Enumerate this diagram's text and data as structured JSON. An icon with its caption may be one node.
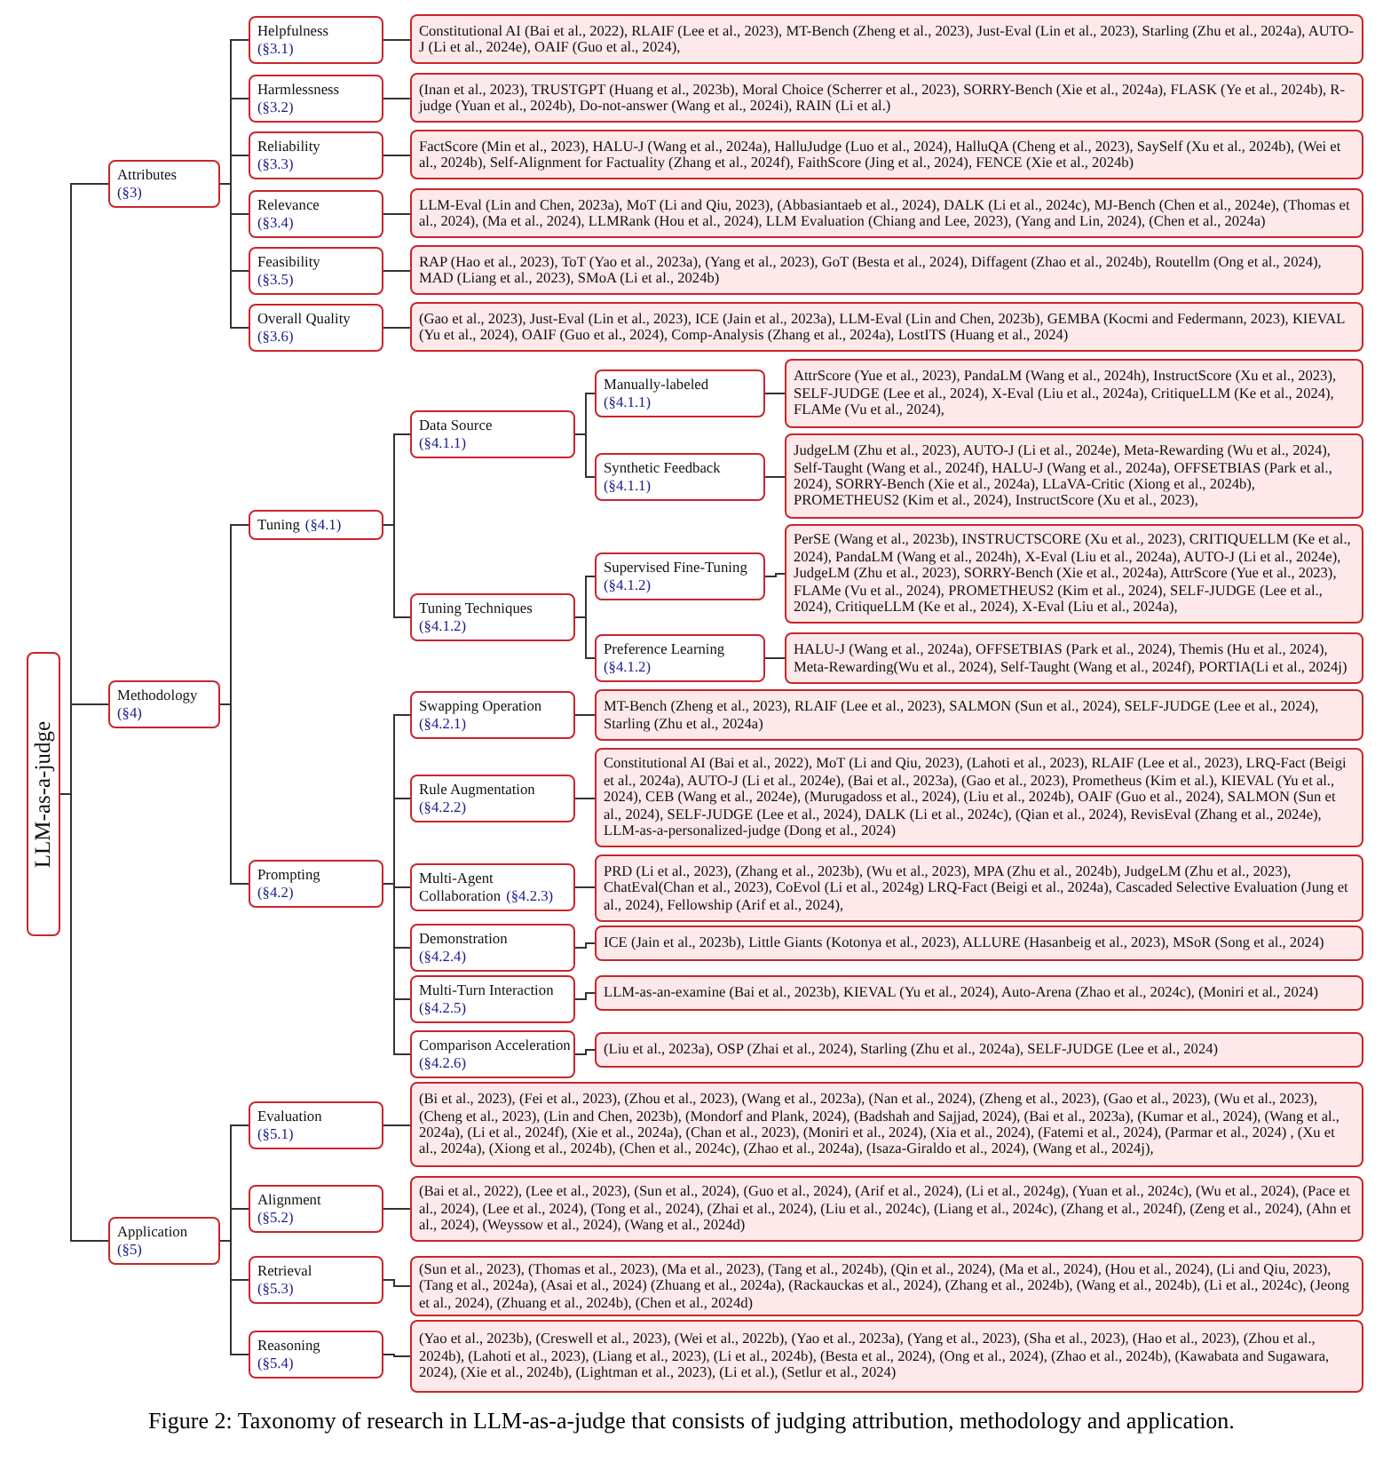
{
  "diagram": {
    "caption": "Figure 2: Taxonomy of research in LLM-as-a-judge that consists of judging attribution, methodology and application.",
    "nodes": [
      {
        "text": [
          "LLM-as-a-judge"
        ]
      },
      {
        "text": [
          "Attributes",
          "(§3)"
        ]
      },
      {
        "text": [
          "Helpfulness",
          "(§3.1)"
        ]
      },
      {
        "text": [
          "Constitutional AI (Bai et al., 2022), RLAIF (Lee et al., 2023), MT-Bench (Zheng et al., 2023), Just-Eval (Lin et al., 2023), Starling (Zhu et al., 2024a), AUTO-J (Li et al., 2024e), OAIF (Guo et al., 2024),"
        ]
      },
      {
        "text": [
          "Harmlessness",
          "(§3.2)"
        ]
      },
      {
        "text": [
          "(Inan et al., 2023), TRUSTGPT (Huang et al., 2023b), Moral Choice (Scherrer et al., 2023), SORRY-Bench (Xie et al., 2024a), FLASK (Ye et al., 2024b), R-judge (Yuan et al., 2024b), Do-not-answer (Wang et al., 2024i), RAIN (Li et al.)"
        ]
      },
      {
        "text": [
          "Reliability",
          "(§3.3)"
        ]
      },
      {
        "text": [
          "FactScore (Min et al., 2023), HALU-J (Wang et al., 2024a), HalluJudge (Luo et al., 2024), HalluQA (Cheng et al., 2023), SaySelf (Xu et al., 2024b), (Wei et al., 2024b), Self-Alignment for Factuality (Zhang et al., 2024f), FaithScore (Jing et al., 2024), FENCE (Xie et al., 2024b)"
        ]
      },
      {
        "text": [
          "Relevance",
          "(§3.4)"
        ]
      },
      {
        "text": [
          "LLM-Eval (Lin and Chen, 2023a), MoT (Li and Qiu, 2023), (Abbasiantaeb et al., 2024), DALK (Li et al., 2024c), MJ-Bench (Chen et al., 2024e), (Thomas et al., 2024), (Ma et al., 2024), LLMRank (Hou et al., 2024), LLM Evaluation (Chiang and Lee, 2023), (Yang and Lin, 2024), (Chen et al., 2024a)"
        ]
      },
      {
        "text": [
          "Feasibility",
          "(§3.5)"
        ]
      },
      {
        "text": [
          "RAP (Hao et al., 2023), ToT (Yao et al., 2023a), (Yang et al., 2023), GoT (Besta et al., 2024), Diffagent (Zhao et al., 2024b), Routellm (Ong et al., 2024), MAD (Liang et al., 2023), SMoA (Li et al., 2024b)"
        ]
      },
      {
        "text": [
          "Overall Quality",
          "(§3.6)"
        ]
      },
      {
        "text": [
          "(Gao et al., 2023), Just-Eval (Lin et al., 2023), ICE (Jain et al., 2023a), LLM-Eval (Lin and Chen, 2023b), GEMBA (Kocmi and Federmann, 2023), KIEVAL (Yu et al., 2024), OAIF (Guo et al., 2024), Comp-Analysis (Zhang et al., 2024a), LostITS (Huang et al., 2024)"
        ]
      },
      {
        "text": [
          "Methodology",
          "(§4)"
        ]
      },
      {
        "text": [
          "Tuning",
          "(§4.1)"
        ]
      },
      {
        "text": [
          "Data Source",
          "(§4.1.1)"
        ]
      },
      {
        "text": [
          "Manually-labeled",
          "(§4.1.1)"
        ]
      },
      {
        "text": [
          "AttrScore (Yue et al., 2023), PandaLM (Wang et al., 2024h), InstructScore (Xu et al., 2023), SELF-JUDGE (Lee et al., 2024), X-Eval (Liu et al., 2024a), CritiqueLLM (Ke et al., 2024), FLAMe (Vu et al., 2024),"
        ]
      },
      {
        "text": [
          "Synthetic Feedback",
          "(§4.1.1)"
        ]
      },
      {
        "text": [
          "JudgeLM (Zhu et al., 2023), AUTO-J (Li et al., 2024e), Meta-Rewarding (Wu et al., 2024), Self-Taught (Wang et al., 2024f), HALU-J (Wang et al., 2024a), OFFSETBIAS (Park et al., 2024), SORRY-Bench (Xie et al., 2024a), LLaVA-Critic (Xiong et al., 2024b), PROMETHEUS2 (Kim et al., 2024), InstructScore (Xu et al., 2023),"
        ]
      },
      {
        "text": [
          "Tuning Techniques",
          "(§4.1.2)"
        ]
      },
      {
        "text": [
          "Supervised Fine-Tuning",
          "(§4.1.2)"
        ]
      },
      {
        "text": [
          "PerSE (Wang et al., 2023b), INSTRUCTSCORE (Xu et al., 2023), CRITIQUELLM (Ke et al., 2024), PandaLM (Wang et al., 2024h), X-Eval (Liu et al., 2024a), AUTO-J (Li et al., 2024e), JudgeLM (Zhu et al., 2023), SORRY-Bench (Xie et al., 2024a), AttrScore (Yue et al., 2023), FLAMe (Vu et al., 2024), PROMETHEUS2 (Kim et al., 2024), SELF-JUDGE (Lee et al., 2024), CritiqueLLM (Ke et al., 2024), X-Eval (Liu et al., 2024a),"
        ]
      },
      {
        "text": [
          "Preference Learning",
          "(§4.1.2)"
        ]
      },
      {
        "text": [
          "HALU-J (Wang et al., 2024a), OFFSETBIAS (Park et al., 2024), Themis (Hu et al., 2024), Meta-Rewarding(Wu et al., 2024), Self-Taught (Wang et al., 2024f), PORTIA(Li et al., 2024j)"
        ]
      },
      {
        "text": [
          "Prompting",
          "(§4.2)"
        ]
      },
      {
        "text": [
          "Swapping Operation",
          "(§4.2.1)"
        ]
      },
      {
        "text": [
          "MT-Bench (Zheng et al., 2023), RLAIF (Lee et al., 2023), SALMON (Sun et al., 2024), SELF-JUDGE (Lee et al., 2024), Starling (Zhu et al., 2024a)"
        ]
      },
      {
        "text": [
          "Rule Augmentation",
          "(§4.2.2)"
        ]
      },
      {
        "text": [
          "Constitutional AI (Bai et al., 2022), MoT (Li and Qiu, 2023), (Lahoti et al., 2023), RLAIF (Lee et al., 2023), LRQ-Fact (Beigi et al., 2024a), AUTO-J (Li et al., 2024e), (Bai et al., 2023a), (Gao et al., 2023), Prometheus (Kim et al.), KIEVAL (Yu et al., 2024), CEB (Wang et al., 2024e), (Murugadoss et al., 2024), (Liu et al., 2024b), OAIF (Guo et al., 2024), SALMON (Sun et al., 2024), SELF-JUDGE (Lee et al., 2024), DALK (Li et al., 2024c), (Qian et al., 2024), RevisEval (Zhang et al., 2024e), LLM-as-a-personalized-judge (Dong et al., 2024)"
        ]
      },
      {
        "text": [
          "Multi-Agent Collaboration",
          "(§4.2.3)"
        ]
      },
      {
        "text": [
          "PRD (Li et al., 2023), (Zhang et al., 2023b), (Wu et al., 2023), MPA (Zhu et al., 2024b), JudgeLM (Zhu et al., 2023), ChatEval(Chan et al., 2023), CoEvol (Li et al., 2024g) LRQ-Fact (Beigi et al., 2024a), Cascaded Selective Evaluation (Jung et al., 2024), Fellowship (Arif et al., 2024),"
        ]
      },
      {
        "text": [
          "Demonstration",
          "(§4.2.4)"
        ]
      },
      {
        "text": [
          "ICE (Jain et al., 2023b), Little Giants (Kotonya et al., 2023), ALLURE (Hasanbeig et al., 2023), MSoR (Song et al., 2024)"
        ]
      },
      {
        "text": [
          "Multi-Turn Interaction",
          "(§4.2.5)"
        ]
      },
      {
        "text": [
          "LLM-as-an-examine (Bai et al., 2023b), KIEVAL (Yu et al., 2024), Auto-Arena (Zhao et al., 2024c), (Moniri et al., 2024)"
        ]
      },
      {
        "text": [
          "Comparison Acceleration",
          "(§4.2.6)"
        ]
      },
      {
        "text": [
          "(Liu et al., 2023a), OSP (Zhai et al., 2024), Starling (Zhu et al., 2024a), SELF-JUDGE (Lee et al., 2024)"
        ]
      },
      {
        "text": [
          "Application",
          "(§5)"
        ]
      },
      {
        "text": [
          "Evaluation",
          "(§5.1)"
        ]
      },
      {
        "text": [
          "(Bi et al., 2023), (Fei et al., 2023), (Zhou et al., 2023), (Wang et al., 2023a), (Nan et al., 2024), (Zheng et al., 2023), (Gao et al., 2023), (Wu et al., 2023), (Cheng et al., 2023), (Lin and Chen, 2023b), (Mondorf and Plank, 2024), (Badshah and Sajjad, 2024), (Bai et al., 2023a), (Kumar et al., 2024), (Wang et al., 2024a), (Li et al., 2024f), (Xie et al., 2024a), (Chan et al., 2023), (Moniri et al., 2024), (Xia et al., 2024), (Fatemi et al., 2024), (Parmar et al., 2024) , (Xu et al., 2024a), (Xiong et al., 2024b), (Chen et al., 2024c), (Zhao et al., 2024a), (Isaza-Giraldo et al., 2024), (Wang et al., 2024j),"
        ]
      },
      {
        "text": [
          "Alignment",
          "(§5.2)"
        ]
      },
      {
        "text": [
          "(Bai et al., 2022), (Lee et al., 2023), (Sun et al., 2024), (Guo et al., 2024), (Arif et al., 2024), (Li et al., 2024g), (Yuan et al., 2024c), (Wu et al., 2024), (Pace et al., 2024), (Lee et al., 2024), (Tong et al., 2024), (Zhai et al., 2024), (Liu et al., 2024c), (Liang et al., 2024c), (Zhang et al., 2024f), (Zeng et al., 2024), (Ahn et al., 2024), (Weyssow et al., 2024), (Wang et al., 2024d)"
        ]
      },
      {
        "text": [
          "Retrieval",
          "(§5.3)"
        ]
      },
      {
        "text": [
          "(Sun et al., 2023), (Thomas et al., 2023), (Ma et al., 2023), (Tang et al., 2024b), (Qin et al., 2024), (Ma et al., 2024), (Hou et al., 2024), (Li and Qiu, 2023), (Tang et al., 2024a), (Asai et al., 2024) (Zhuang et al., 2024a), (Rackauckas et al., 2024), (Zhang et al., 2024b), (Wang et al., 2024b), (Li et al., 2024c), (Jeong et al., 2024), (Zhuang et al., 2024b), (Chen et al., 2024d)"
        ]
      },
      {
        "text": [
          "Reasoning",
          "(§5.4)"
        ]
      },
      {
        "text": [
          "(Yao et al., 2023b), (Creswell et al., 2023), (Wei et al., 2022b), (Yao et al., 2023a), (Yang et al., 2023), (Sha et al., 2023), (Hao et al., 2023), (Zhou et al., 2024b), (Lahoti et al., 2023), (Liang et al., 2023), (Li et al., 2024b), (Besta et al., 2024), (Ong et al., 2024), (Zhao et al., 2024b), (Kawabata and Sugawara, 2024), (Xie et al., 2024b), (Lightman et al., 2023), (Li et al.), (Setlur et al., 2024)"
        ]
      }
    ],
    "edges": [
      {
        "from": 0,
        "to": 1,
        "arrow": "none"
      },
      {
        "from": 0,
        "to": 14,
        "arrow": "none"
      },
      {
        "from": 0,
        "to": 39,
        "arrow": "none"
      },
      {
        "from": 1,
        "to": 2,
        "arrow": "none"
      },
      {
        "from": 2,
        "to": 3,
        "arrow": "none"
      },
      {
        "from": 1,
        "to": 4,
        "arrow": "none"
      },
      {
        "from": 4,
        "to": 5,
        "arrow": "none"
      },
      {
        "from": 1,
        "to": 6,
        "arrow": "none"
      },
      {
        "from": 6,
        "to": 7,
        "arrow": "none"
      },
      {
        "from": 1,
        "to": 8,
        "arrow": "none"
      },
      {
        "from": 8,
        "to": 9,
        "arrow": "none"
      },
      {
        "from": 1,
        "to": 10,
        "arrow": "none"
      },
      {
        "from": 10,
        "to": 11,
        "arrow": "none"
      },
      {
        "from": 1,
        "to": 12,
        "arrow": "none"
      },
      {
        "from": 12,
        "to": 13,
        "arrow": "none"
      },
      {
        "from": 14,
        "to": 15,
        "arrow": "none"
      },
      {
        "from": 15,
        "to": 16,
        "arrow": "none"
      },
      {
        "from": 16,
        "to": 17,
        "arrow": "none"
      },
      {
        "from": 17,
        "to": 18,
        "arrow": "none"
      },
      {
        "from": 16,
        "to": 19,
        "arrow": "none"
      },
      {
        "from": 19,
        "to": 20,
        "arrow": "none"
      },
      {
        "from": 15,
        "to": 21,
        "arrow": "none"
      },
      {
        "from": 21,
        "to": 22,
        "arrow": "none"
      },
      {
        "from": 22,
        "to": 23,
        "arrow": "none"
      },
      {
        "from": 21,
        "to": 24,
        "arrow": "none"
      },
      {
        "from": 24,
        "to": 25,
        "arrow": "none"
      },
      {
        "from": 14,
        "to": 26,
        "arrow": "none"
      },
      {
        "from": 26,
        "to": 27,
        "arrow": "none"
      },
      {
        "from": 27,
        "to": 28,
        "arrow": "none"
      },
      {
        "from": 26,
        "to": 29,
        "arrow": "none"
      },
      {
        "from": 29,
        "to": 30,
        "arrow": "none"
      },
      {
        "from": 26,
        "to": 31,
        "arrow": "none"
      },
      {
        "from": 31,
        "to": 32,
        "arrow": "none"
      },
      {
        "from": 26,
        "to": 33,
        "arrow": "none"
      },
      {
        "from": 33,
        "to": 34,
        "arrow": "none"
      },
      {
        "from": 26,
        "to": 35,
        "arrow": "none"
      },
      {
        "from": 35,
        "to": 36,
        "arrow": "none"
      },
      {
        "from": 26,
        "to": 37,
        "arrow": "none"
      },
      {
        "from": 37,
        "to": 38,
        "arrow": "none"
      },
      {
        "from": 39,
        "to": 40,
        "arrow": "none"
      },
      {
        "from": 40,
        "to": 41,
        "arrow": "none"
      },
      {
        "from": 39,
        "to": 42,
        "arrow": "none"
      },
      {
        "from": 42,
        "to": 43,
        "arrow": "none"
      },
      {
        "from": 39,
        "to": 44,
        "arrow": "none"
      },
      {
        "from": 44,
        "to": 45,
        "arrow": "none"
      },
      {
        "from": 39,
        "to": 46,
        "arrow": "none"
      },
      {
        "from": 46,
        "to": 47,
        "arrow": "none"
      }
    ]
  }
}
